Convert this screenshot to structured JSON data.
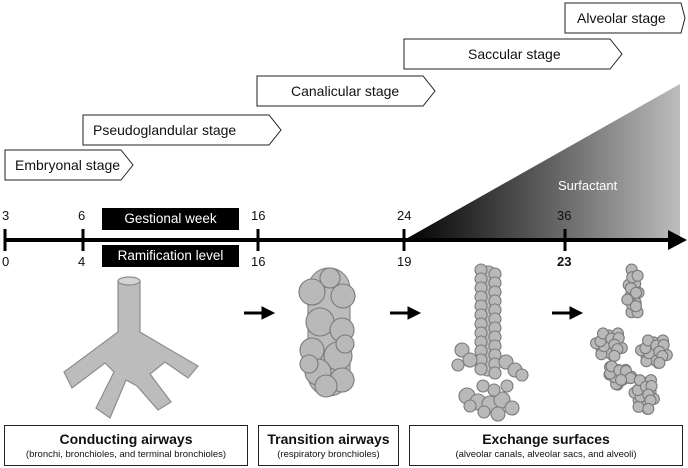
{
  "stages": [
    {
      "label": "Embryonal stage"
    },
    {
      "label": "Pseudoglandular stage"
    },
    {
      "label": "Canalicular stage"
    },
    {
      "label": "Saccular stage"
    },
    {
      "label": "Alveolar stage"
    }
  ],
  "timeline": {
    "week_label": "Gestional week",
    "ramification_label": "Ramification level",
    "surfactant_label": "Surfactant",
    "weeks": [
      "3",
      "6",
      "16",
      "24",
      "36"
    ],
    "levels": [
      "0",
      "4",
      "16",
      "19",
      "23"
    ]
  },
  "airways": [
    {
      "title": "Conducting airways",
      "subtitle": "(bronchi, bronchioles, and terminal  bronchioles)"
    },
    {
      "title": "Transition airways",
      "subtitle": "(respiratory bronchioles)"
    },
    {
      "title": "Exchange surfaces",
      "subtitle": "(alveolar canals,  alveolar  sacs, and alveoli)"
    }
  ],
  "colors": {
    "fill": "#bbbbbb",
    "stroke": "#777777",
    "axis": "#000000"
  }
}
